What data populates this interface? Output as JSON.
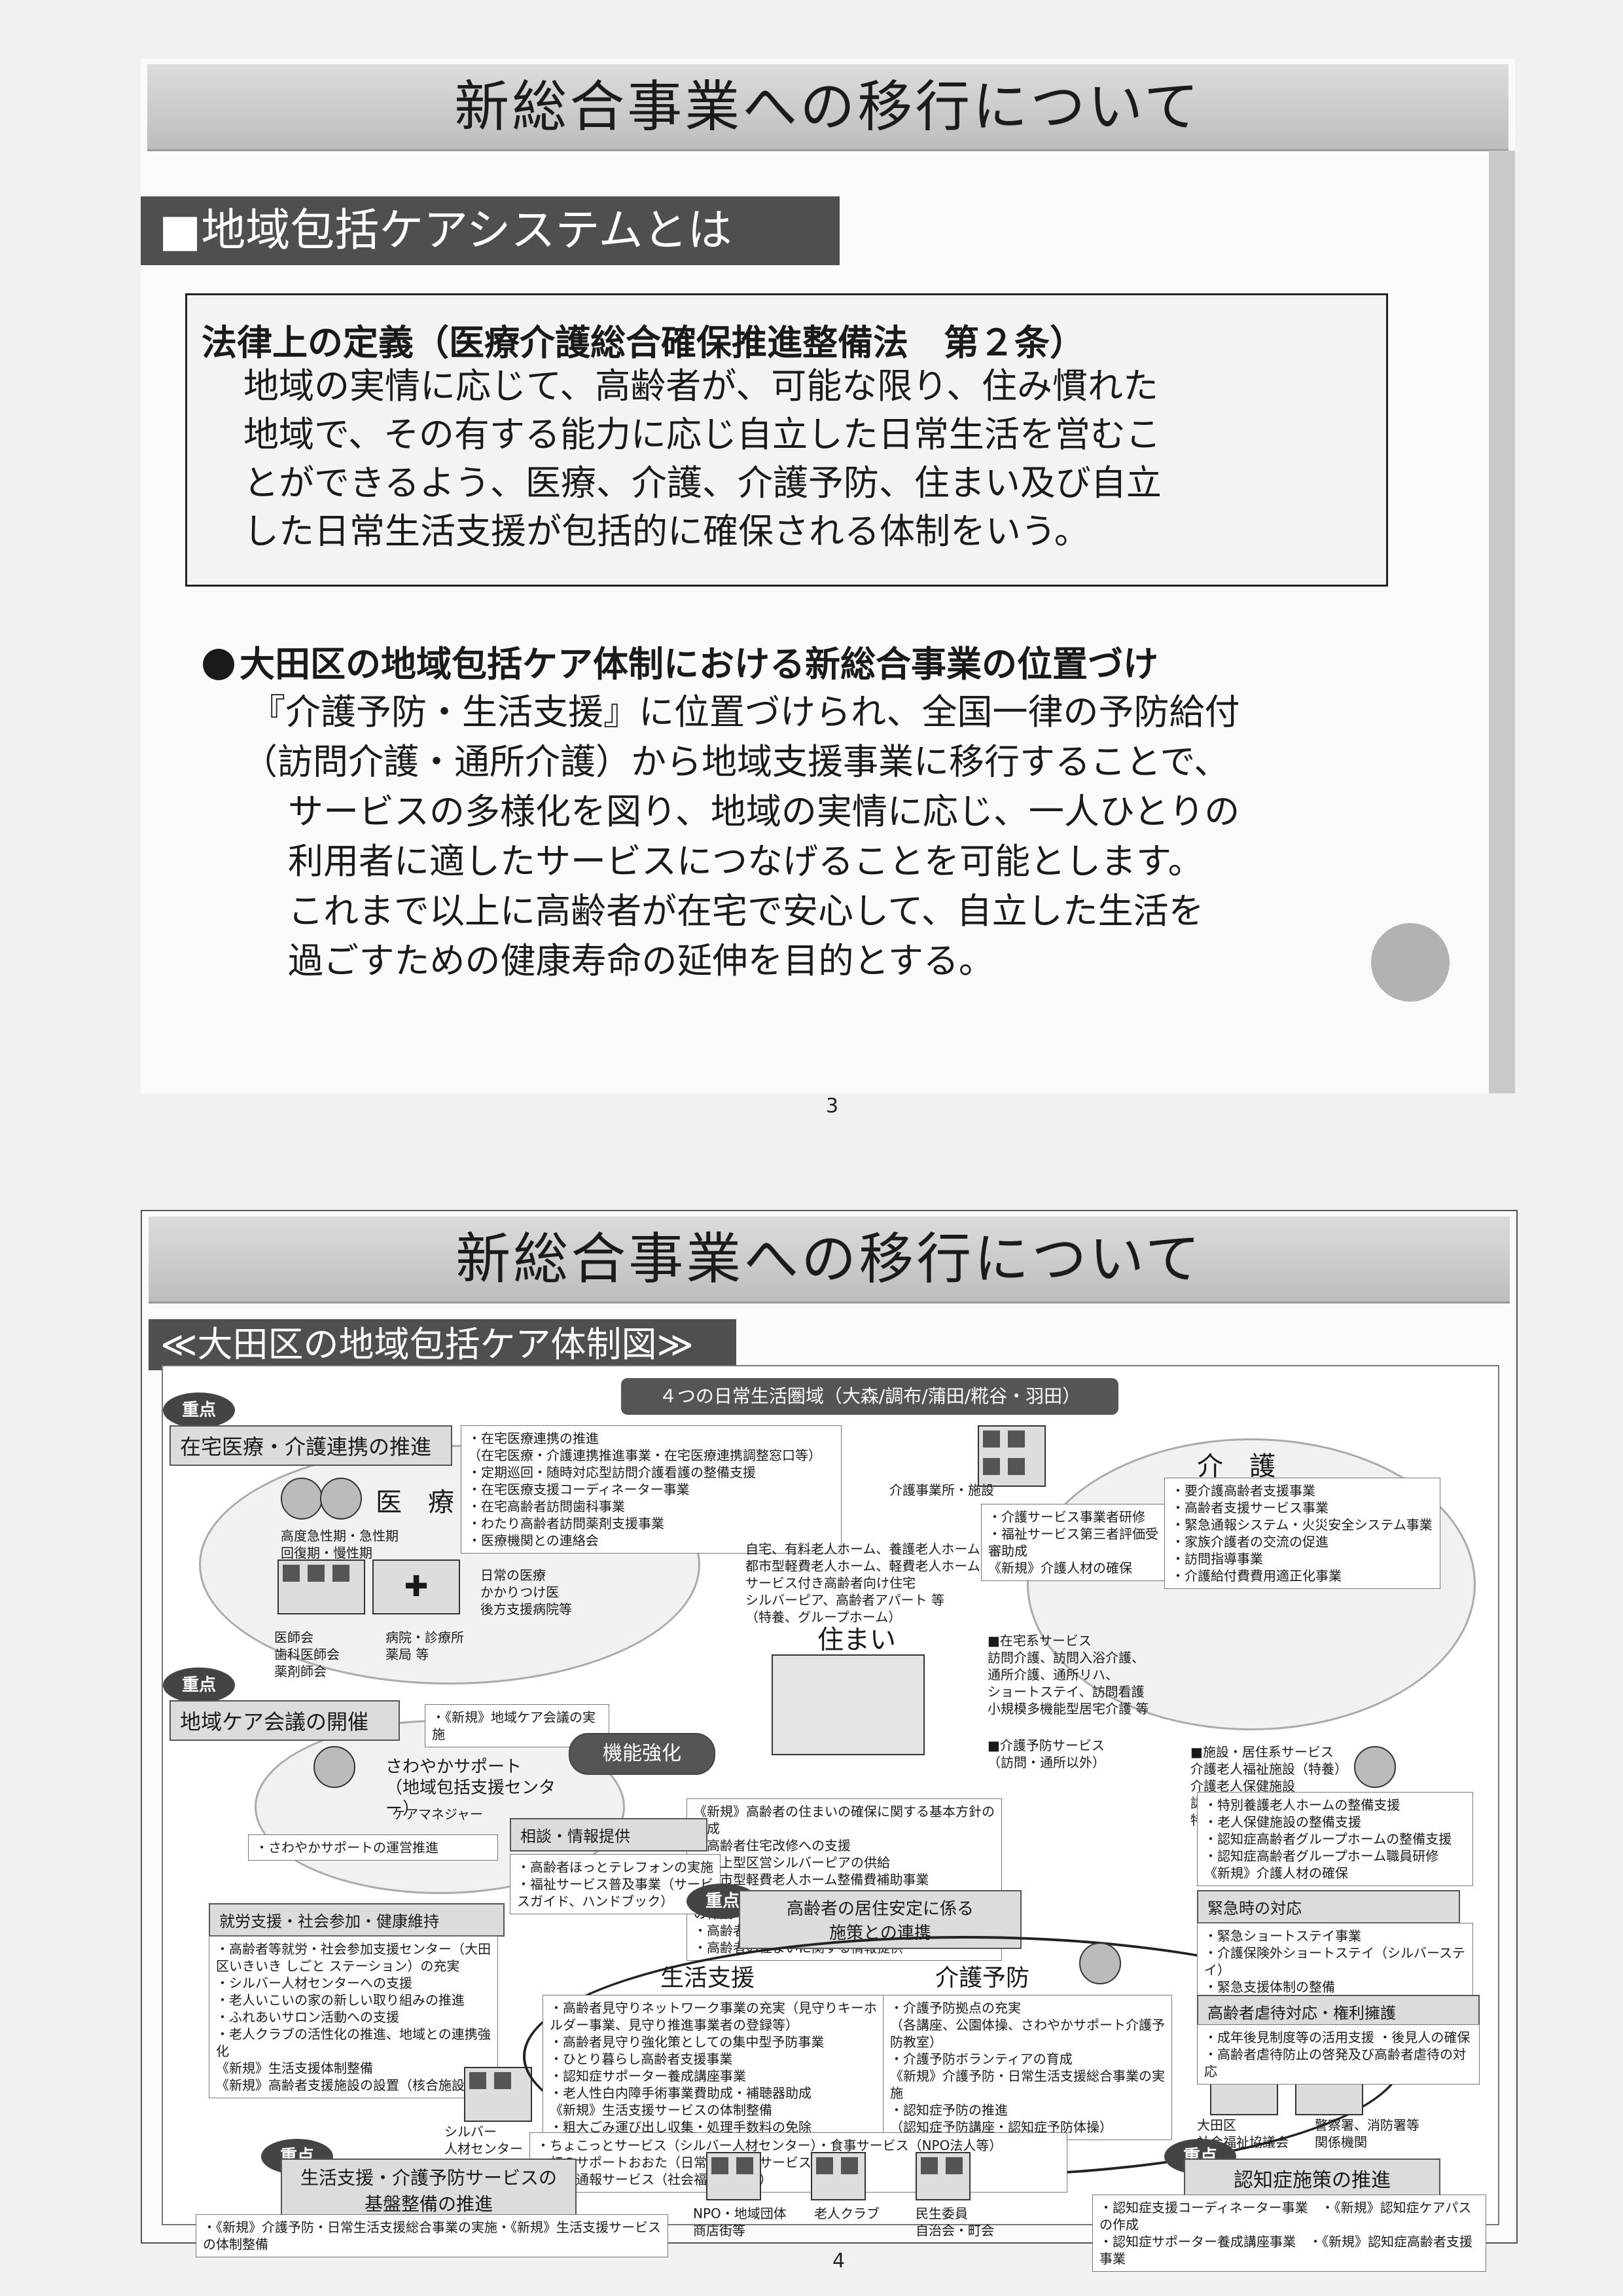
{
  "slide1": {
    "title": "新総合事業への移行について",
    "section_header": "■地域包括ケアシステムとは",
    "definition_heading": "法律上の定義（医療介護総合確保推進整備法　第２条）",
    "definition_lines": [
      "地域の実情に応じて、高齢者が、可能な限り、住み慣れた",
      "地域で、その有する能力に応じ自立した日常生活を営むこ",
      "とができるよう、医療、介護、介護予防、住まい及び自立",
      "した日常生活支援が包括的に確保される体制をいう。"
    ],
    "bullet_heading": "大田区の地域包括ケア体制における新総合事業の位置づけ",
    "bullet_lines": [
      "『介護予防・生活支援』に位置づけられ、全国一律の予防給付",
      "（訪問介護・通所介護）から地域支援事業に移行することで、",
      "サービスの多様化を図り、地域の実情に応じ、一人ひとりの",
      "利用者に適したサービスにつなげることを可能とします。",
      "これまで以上に高齢者が在宅で安心して、自立した生活を",
      "過ごすための健康寿命の延伸を目的とする。"
    ],
    "page_number": "3"
  },
  "slide2": {
    "title": "新総合事業への移行について",
    "section_header": "≪大田区の地域包括ケア体制図≫",
    "banner": "４つの日常生活圏域（大森/調布/蒲田/糀谷・羽田）",
    "badge_label": "重点",
    "areas": {
      "medical": {
        "bar": "在宅医療・介護連携の推進",
        "label": "医　療",
        "sub": "高度急性期・急性期\n回復期・慢性期",
        "facilities": "医師会\n歯科医師会\n薬剤師会",
        "hospital": "病院・診療所\n薬局 等",
        "doctor": "日常の医療\nかかりつけ医\n後方支援病院等",
        "notes": "・在宅医療連携の推進\n（在宅医療・介護連携推進事業・在宅医療連携調整窓口等）\n・定期巡回・随時対応型訪問介護看護の整備支援\n・在宅医療支援コーディネーター事業\n・在宅高齢者訪問歯科事業\n・わたり高齢者訪問薬剤支援事業\n・医療機関との連絡会"
      },
      "care": {
        "label": "介　護",
        "office": "介護事業所・施設",
        "notes1": "・介護サービス事業者研修\n・福祉サービス第三者評価受審助成\n《新規》介護人材の確保",
        "notes2": "・要介護高齢者支援事業\n・高齢者支援サービス事業\n・緊急通報システム・火災安全システム事業\n・家族介護者の交流の促進\n・訪問指導事業\n・介護給付費費用適正化事業",
        "home_services": "■在宅系サービス\n訪問介護、訪問入浴介護、\n通所介護、通所リハ、\nショートステイ、訪問看護\n小規模多機能型居宅介護 等",
        "prevention_services": "■介護予防サービス\n（訪問・通所以外）",
        "facility_services": "■施設・居住系サービス\n介護老人福祉施設（特養）\n介護老人保健施設\n認知症対応型共同生活介護\n特定施設入居者生活介護"
      },
      "housing": {
        "label": "住まい",
        "types": "自宅、有料老人ホーム、養護老人ホーム\n都市型軽費老人ホーム、軽費老人ホーム\nサービス付き高齢者向け住宅\nシルバーピア、高齢者アパート 等\n（特養、グループホーム）",
        "notes": "《新規》高齢者の住まいの確保に関する基本方針の作成\n・高齢者住宅改修への支援\n・借上型区営シルバーピアの供給\n・都市型軽費老人ホーム整備費補助事業\n《新規》サービス付き高齢者向け住宅等の対応方針の作成\n・高齢者等住宅確保支援\n・高齢者の住まいに関する情報提供"
      },
      "community": {
        "bar": "地域ケア会議の開催",
        "note": "・《新規》地域ケア会議の実施",
        "center": "さわやかサポート\n（地域包括支援センター）",
        "function": "機能強化",
        "caremanager": "ケアマネジャー",
        "center_note": "・さわやかサポートの運営推進",
        "consult": "相談・情報提供",
        "consult_notes": "・高齢者ほっとテレフォンの実施\n・福祉サービス普及事業（サービスガイド、ハンドブック）"
      },
      "employment": {
        "bar": "就労支援・社会参加・健康維持",
        "notes": "・高齢者等就労・社会参加支援センター（大田区いきいき しごと ステーション）の充実\n・シルバー人材センターへの支援\n・老人いこいの家の新しい取り組みの推進\n・ふれあいサロン活動への支援\n・老人クラブの活性化の推進、地域との連携強化\n《新規》生活支援体制整備\n《新規》高齢者支援施設の設置（核合施設）",
        "silver": "シルバー\n人材センター"
      },
      "residence": "高齢者の居住安定に係る\n施策との連携",
      "life_support": {
        "label": "生活支援",
        "notes": "・高齢者見守りネットワーク事業の充実（見守りキーホルダー事業、見守り推進事業者の登録等）\n・高齢者見守り強化策としての集中型予防事業\n・ひとり暮らし高齢者支援事業\n・認知症サポーター養成講座事業\n・老人性白内障手術事業費助成・補聴器助成\n《新規》生活支援サービスの体制整備\n・粗大ごみ運び出し収集・処理手数料の免除"
      },
      "prevention": {
        "label": "介護予防",
        "notes": "・介護予防拠点の充実\n（各講座、公園体操、さわやかサポート介護予防教室）\n・介護予防ボランティアの育成\n《新規》介護予防・日常生活支援総合事業の実施\n・認知症予防の推進\n（認知症予防講座・認知症予防体操）"
      },
      "bottom_notes": "・ちょこっとサービス（シルバー人材センター）・食事サービス（NPO法人等）\n・虹のサポートおおた（日常生活支援サービス）\n・緊急通報サービス（社会福祉協議会）",
      "bottom_bar": "生活支援・介護予防サービスの\n基盤整備の推進",
      "bottom_bar_note": "・《新規》介護予防・日常生活支援総合事業の実施・《新規》生活支援サービスの体制整備",
      "npo": "NPO・地域団体\n商店街等",
      "elderly_club": "老人クラブ",
      "volunteer": "民生委員\n自治会・町会",
      "welfare_council": "大田区\n社会福祉協議会",
      "police": "警察署、消防署等\n関係機関",
      "emergency": {
        "label": "緊急時の対応",
        "notes": "・緊急ショートステイ事業\n・介護保険外ショートステイ（シルバーステイ）\n・緊急支援体制の整備\n・福祉避難所の体制整備"
      },
      "abuse": {
        "label": "高齢者虐待対応・権利擁護",
        "notes": "・成年後見制度等の活用支援 ・後見人の確保\n・高齢者虐待防止の啓発及び高齢者虐待の対応"
      },
      "dementia": {
        "bar": "認知症施策の推進",
        "notes": "・認知症支援コーディネーター事業　・《新規》認知症ケアパスの作成\n・認知症サポーター養成講座事業　・《新規》認知症高齢者支援事業"
      },
      "nursing_homes": "・特別養護老人ホームの整備支援\n・老人保健施設の整備支援\n・認知症高齢者グループホームの整備支援\n・認知症高齢者グループホーム職員研修\n《新規》介護人材の確保"
    },
    "page_number": "4"
  }
}
